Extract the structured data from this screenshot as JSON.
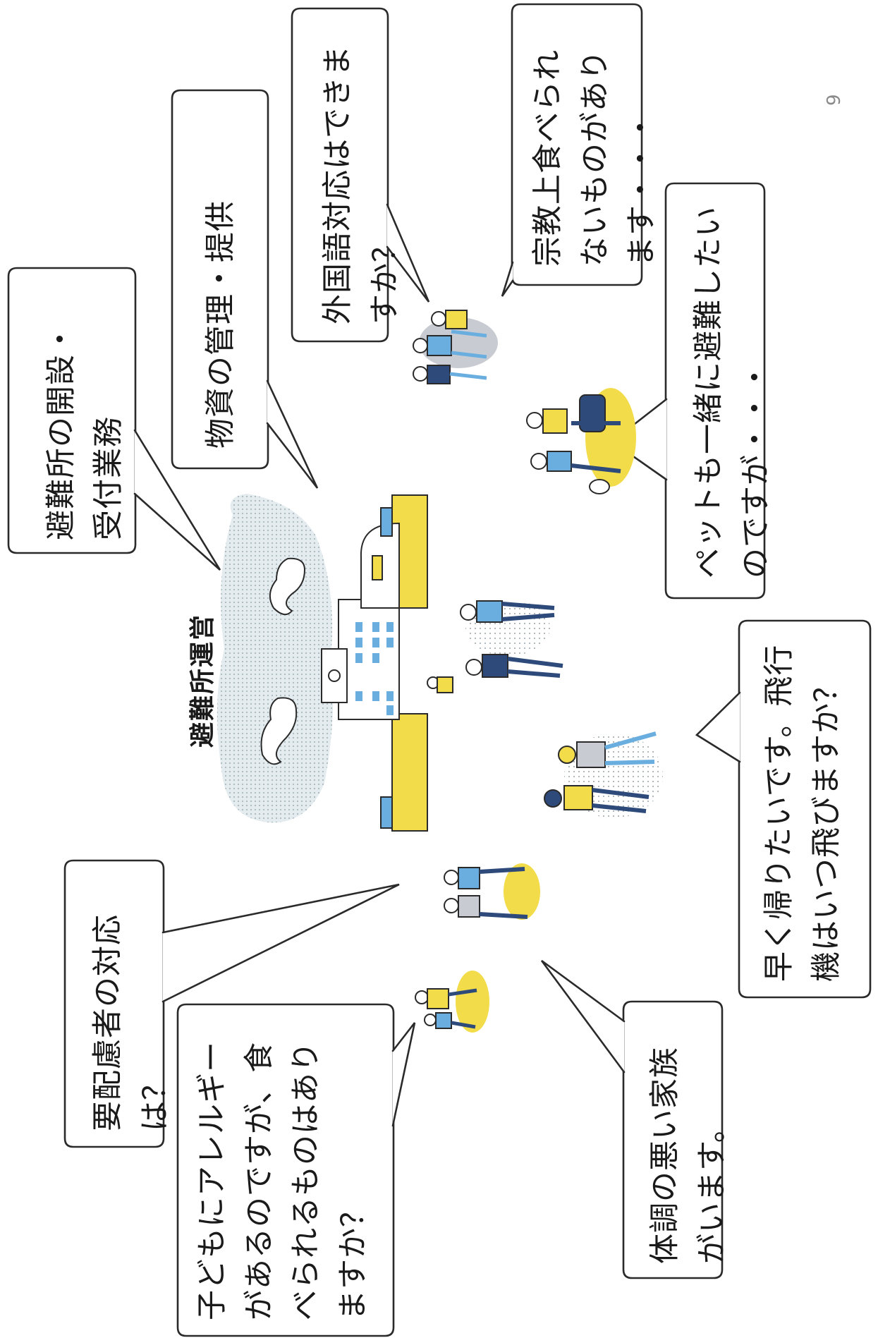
{
  "page_number": "9",
  "title": "避難所運営",
  "bubbles": {
    "opening": "避難所の開設・\n受付業務",
    "supplies": "物資の管理・提供",
    "foreign_language": "外国語対応はできま\nすか？",
    "religion": "宗教上食べられ\nないものがあり\nます・・・",
    "pets": "ペットも一緒に避難したい\nのですが・・・",
    "flight": "早く帰りたいです。飛行\n機はいつ飛びますか？",
    "sick_family": "体調の悪い家族\nがいます。",
    "allergy": "子どもにアレルギー\nがあるのですが、食\nべられるものはあり\nますか？",
    "vulnerable": "要配慮者の対応\nは？"
  },
  "colors": {
    "accent_yellow": "#f3dc4a",
    "accent_blue": "#6aaee0",
    "navy": "#2e4a7a",
    "gray_patch": "#c8ccd2",
    "outline": "#2a2a2a"
  }
}
